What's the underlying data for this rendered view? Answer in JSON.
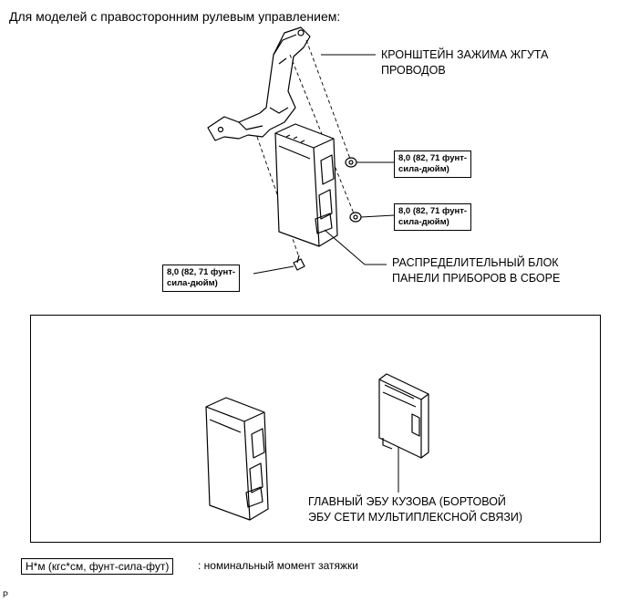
{
  "heading": "Для моделей с правосторонним рулевым управлением:",
  "callouts": {
    "bracket": "КРОНШТЕЙН ЗАЖИМА ЖГУТА\nПРОВОДОВ",
    "junction_block": "РАСПРЕДЕЛИТЕЛЬНЫЙ БЛОК\nПАНЕЛИ ПРИБОРОВ В СБОРЕ",
    "main_ecu": "ГЛАВНЫЙ ЭБУ КУЗОВА (БОРТОВОЙ\nЭБУ СЕТИ МУЛЬТИПЛЕКСНОЙ СВЯЗИ)"
  },
  "torques": [
    "8,0 (82, 71 фунт-\nсила-дюйм)",
    "8,0 (82, 71 фунт-\nсила-дюйм)",
    "8,0 (82, 71 фунт-\nсила-дюйм)"
  ],
  "legend": {
    "box": "Н*м (кгс*см, фунт-сила-фут)",
    "description": ": номинальный момент затяжки"
  },
  "page_mark": "P"
}
